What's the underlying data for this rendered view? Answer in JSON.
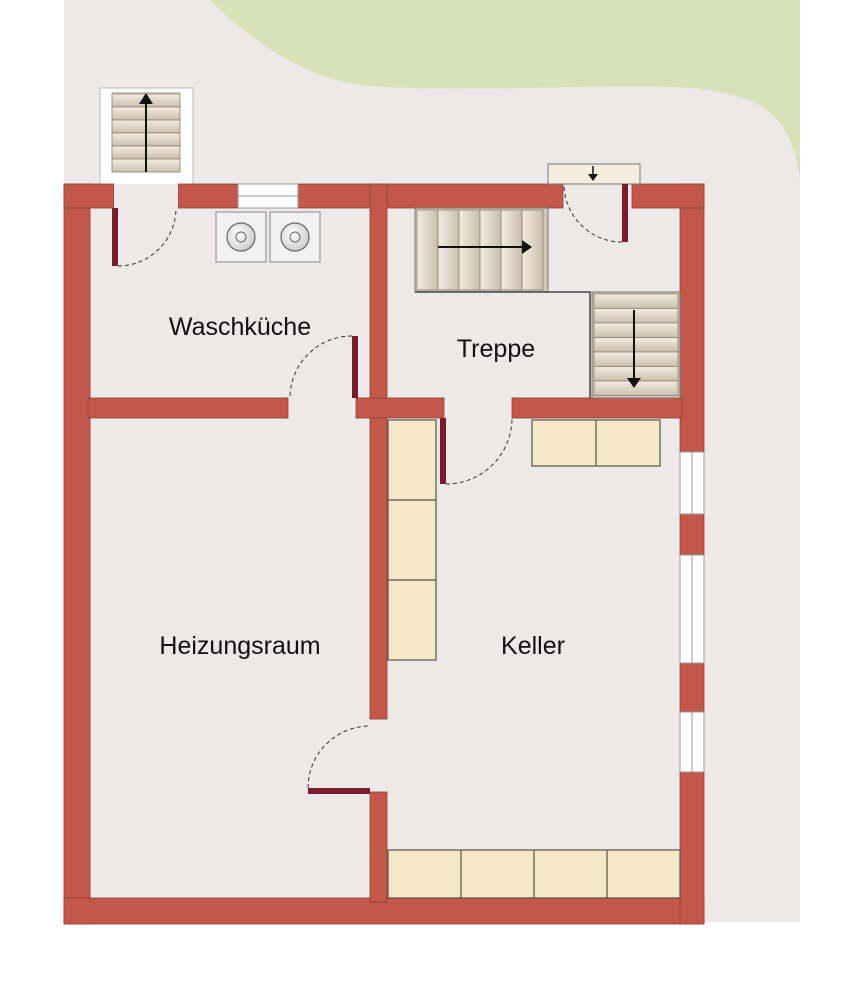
{
  "floor_plan": {
    "rooms": [
      {
        "id": "waschkueche",
        "label": "Waschküche"
      },
      {
        "id": "treppe",
        "label": "Treppe"
      },
      {
        "id": "heizungsraum",
        "label": "Heizungsraum"
      },
      {
        "id": "keller",
        "label": "Keller"
      }
    ],
    "colors": {
      "wall": "#c2574a",
      "floor": "#ece9e8",
      "lawn": "#d9e2b7",
      "cabinet": "#f5e8c8",
      "door": "#7a1a2a",
      "window": "#ffffff"
    }
  }
}
